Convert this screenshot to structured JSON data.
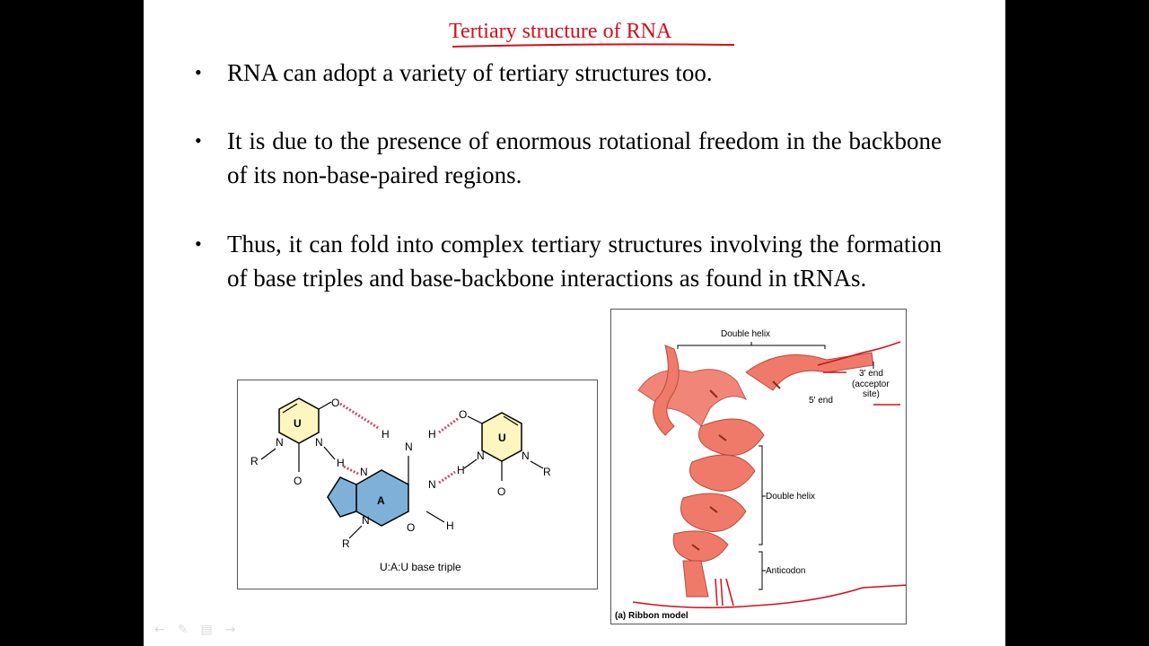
{
  "slide": {
    "title": "Tertiary structure of RNA",
    "bullets": [
      "RNA can adopt a variety of tertiary structures too.",
      " It is due to the presence of enormous rotational freedom in the backbone of its non-base-paired regions.",
      "Thus, it can fold into complex tertiary structures involving the formation of base triples and base-backbone interactions as found in tRNAs."
    ]
  },
  "figure_base_triple": {
    "caption": "U:A:U base triple",
    "atoms": {
      "U": "U",
      "A": "A",
      "N": "N",
      "O": "O",
      "H": "H",
      "R": "R"
    }
  },
  "figure_ribbon": {
    "double_helix_top": "Double helix",
    "end3_line1": "3' end",
    "end3_line2": "(acceptor",
    "end3_line3": "site)",
    "end5": "5' end",
    "double_helix_side": "Double helix",
    "anticodon": "Anticodon",
    "caption": "(a) Ribbon model"
  },
  "colors": {
    "title": "#d0101b",
    "ribbon": "#f07a6a",
    "adenine_fill": "#7fb0d8",
    "uracil_fill": "#fdf6c0",
    "hbond": "#c0506a"
  },
  "nav": {
    "prev_icon": "←",
    "pen_icon": "✎",
    "menu_icon": "▤",
    "next_icon": "→"
  }
}
